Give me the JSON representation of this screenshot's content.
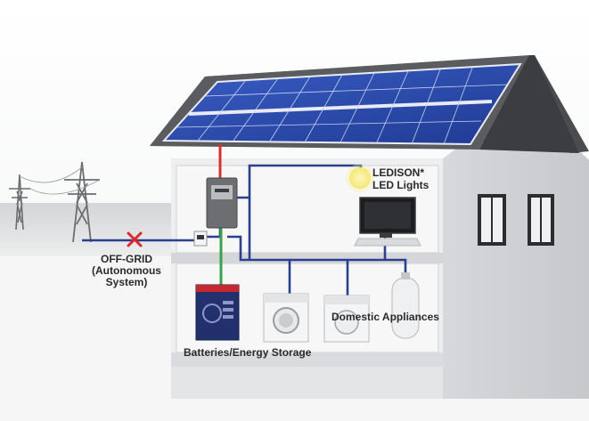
{
  "labels": {
    "off_grid": {
      "line1": "OFF-GRID",
      "line2": "(Autonomous",
      "line3": "System)"
    },
    "ledison": {
      "line1": "LEDISON*",
      "line2": "LED Lights"
    },
    "domestic_appliances": "Domestic Appliances",
    "batteries": "Batteries/Energy Storage"
  },
  "colors": {
    "solar_line": "#d8322a",
    "ac_line": "#2b3f8f",
    "battery_line": "#3aa24a",
    "disconnect_x": "#e0262b",
    "roof": "#4a4c4f",
    "panel": "#2a45a8",
    "wall": "#e6e7e9",
    "ground": "#e2e3e5"
  },
  "icons": [
    "power-pylon-icon",
    "disconnect-x-icon",
    "solar-panel-icon",
    "inverter-icon",
    "light-bulb-icon",
    "tv-icon",
    "washing-machine-icon",
    "dryer-icon",
    "water-heater-icon",
    "battery-icon"
  ]
}
